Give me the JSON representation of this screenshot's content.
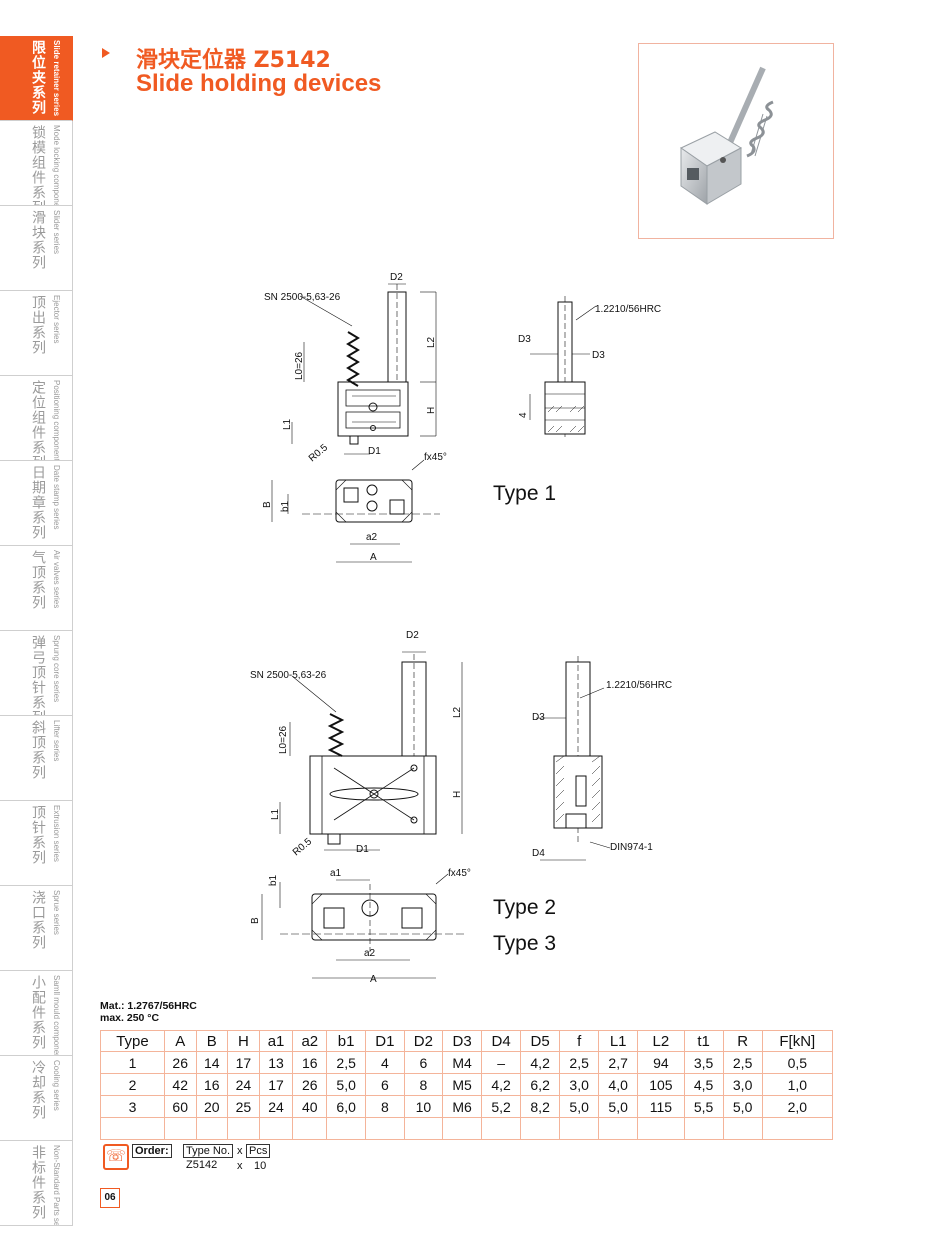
{
  "sidebar": {
    "items": [
      {
        "cn": "限位夹系列",
        "en": "Slide retainer series",
        "active": true
      },
      {
        "cn": "锁模组件系列",
        "en": "Mode locking component series",
        "active": false
      },
      {
        "cn": "滑块系列",
        "en": "Slider series",
        "active": false
      },
      {
        "cn": "顶出系列",
        "en": "Ejector series",
        "active": false
      },
      {
        "cn": "定位组件系列",
        "en": "Positioning components series",
        "active": false
      },
      {
        "cn": "日期章系列",
        "en": "Date stamp series",
        "active": false
      },
      {
        "cn": "气顶系列",
        "en": "Air valves series",
        "active": false
      },
      {
        "cn": "弹弓顶针系列",
        "en": "Sprung core series",
        "active": false
      },
      {
        "cn": "斜顶系列",
        "en": "Lifter series",
        "active": false
      },
      {
        "cn": "顶针系列",
        "en": "Extrusion series",
        "active": false
      },
      {
        "cn": "浇口系列",
        "en": "Sprue series",
        "active": false
      },
      {
        "cn": "小配件系列",
        "en": "Samll mould components series",
        "active": false
      },
      {
        "cn": "冷却系列",
        "en": "Cooling series",
        "active": false
      },
      {
        "cn": "非标件系列",
        "en": "Non-Standard Parts series",
        "active": false
      }
    ]
  },
  "header": {
    "title_cn": "滑块定位器 Z5142",
    "title_en": "Slide holding devices"
  },
  "drawing_labels": {
    "type1": "Type 1",
    "type2": "Type 2",
    "type3": "Type 3",
    "spring": "SN 2500-5,63-26",
    "material_pin": "1.2210/56HRC",
    "din": "DIN974-1",
    "D1": "D1",
    "D2": "D2",
    "D3": "D3",
    "D4": "D4",
    "L0": "L0=26",
    "L1": "L1",
    "L2": "L2",
    "H": "H",
    "R": "R0.5",
    "f": "fx45°",
    "A": "A",
    "B": "B",
    "a1": "a1",
    "a2": "a2",
    "b1": "b1",
    "four": "4"
  },
  "material": {
    "line1": "Mat.: 1.2767/56HRC",
    "line2": "max. 250 °C"
  },
  "table": {
    "headers": [
      "Type",
      "A",
      "B",
      "H",
      "a1",
      "a2",
      "b1",
      "D1",
      "D2",
      "D3",
      "D4",
      "D5",
      "f",
      "L1",
      "L2",
      "t1",
      "R",
      "F[kN]"
    ],
    "rows": [
      [
        "1",
        "26",
        "14",
        "17",
        "13",
        "16",
        "2,5",
        "4",
        "6",
        "M4",
        "–",
        "4,2",
        "2,5",
        "2,7",
        "94",
        "3,5",
        "2,5",
        "0,5"
      ],
      [
        "2",
        "42",
        "16",
        "24",
        "17",
        "26",
        "5,0",
        "6",
        "8",
        "M5",
        "4,2",
        "6,2",
        "3,0",
        "4,0",
        "105",
        "4,5",
        "3,0",
        "1,0"
      ],
      [
        "3",
        "60",
        "20",
        "25",
        "24",
        "40",
        "6,0",
        "8",
        "10",
        "M6",
        "5,2",
        "8,2",
        "5,0",
        "5,0",
        "115",
        "5,5",
        "5,0",
        "2,0"
      ],
      [
        "",
        "",
        "",
        "",
        "",
        "",
        "",
        "",
        "",
        "",
        "",
        "",
        "",
        "",
        "",
        "",
        "",
        ""
      ]
    ]
  },
  "order": {
    "label": "Order:",
    "type_label": "Type No.",
    "x": "x",
    "pcs_label": "Pcs",
    "type_value": "Z5142",
    "qty": "10"
  },
  "page_number": "06",
  "colors": {
    "accent": "#f05a22",
    "table_border": "#f4b49a"
  }
}
